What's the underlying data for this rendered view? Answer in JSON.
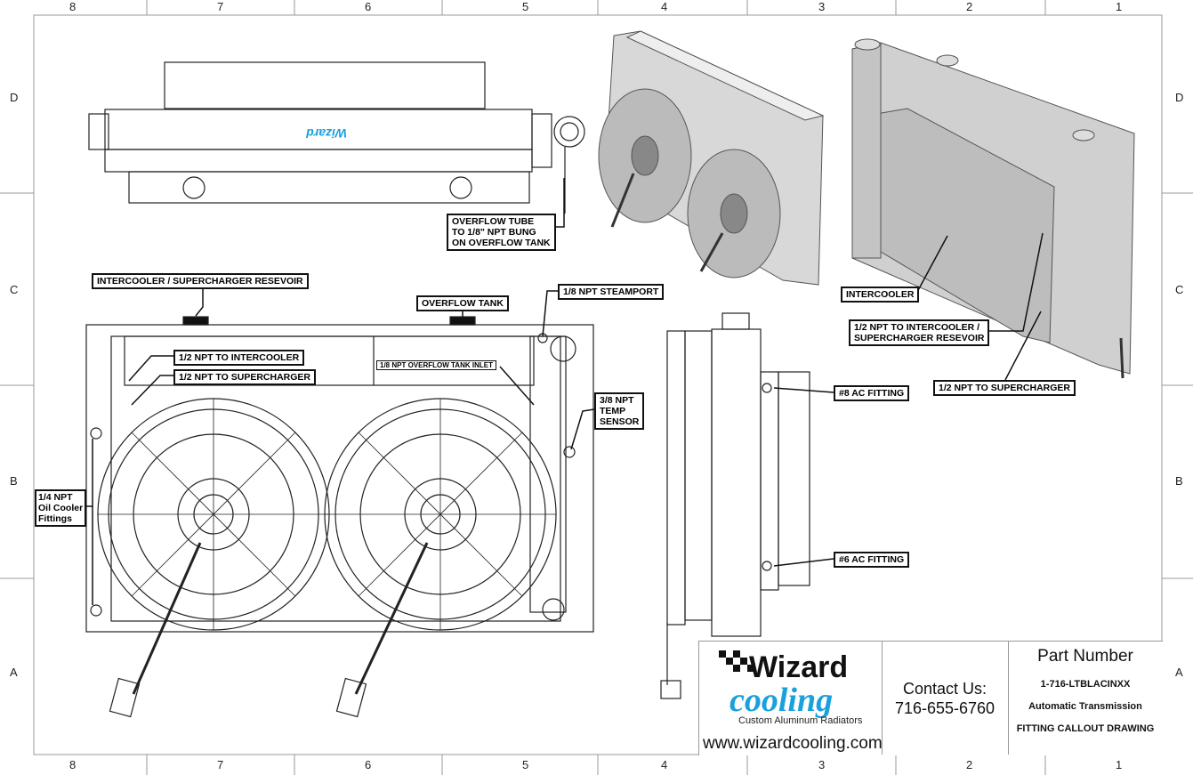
{
  "border": {
    "columns": [
      "8",
      "7",
      "6",
      "5",
      "4",
      "3",
      "2",
      "1"
    ],
    "rows": [
      "D",
      "C",
      "B",
      "A"
    ]
  },
  "callouts": {
    "overflow_tube": [
      "OVERFLOW TUBE",
      "TO 1/8\" NPT BUNG",
      "ON OVERFLOW TANK"
    ],
    "ic_sc_reservoir": "INTERCOOLER / SUPERCHARGER RESEVOIR",
    "overflow_tank": "OVERFLOW TANK",
    "steamport": "1/8 NPT STEAMPORT",
    "to_intercooler": "1/2 NPT TO INTERCOOLER",
    "to_supercharger": "1/2 NPT TO SUPERCHARGER",
    "overflow_inlet": "1/8 NPT OVERFLOW TANK INLET",
    "temp_sensor": [
      "3/8 NPT",
      "TEMP",
      "SENSOR"
    ],
    "oil_cooler": [
      "1/4 NPT",
      "Oil Cooler",
      "Fittings"
    ],
    "ac8": "#8 AC FITTING",
    "ac6": "#6 AC FITTING",
    "intercooler": "INTERCOOLER",
    "to_ic_sc_reservoir": [
      "1/2 NPT TO INTERCOOLER /",
      "SUPERCHARGER RESEVOIR"
    ],
    "to_supercharger_iso": "1/2 NPT TO SUPERCHARGER"
  },
  "title_block": {
    "logo_text": "Wizard cooling",
    "tagline": "Custom Aluminum Radiators",
    "website": "www.wizardcooling.com",
    "contact_label": "Contact Us:",
    "phone": "716-655-6760",
    "part_number_label": "Part Number",
    "part_number": "1-716-LTBLACINXX",
    "transmission": "Automatic Transmission",
    "drawing_title": "FITTING CALLOUT DRAWING"
  },
  "colors": {
    "logo_blue": "#1aa0dc",
    "line": "#111111",
    "metal": "#c8c8c8"
  }
}
